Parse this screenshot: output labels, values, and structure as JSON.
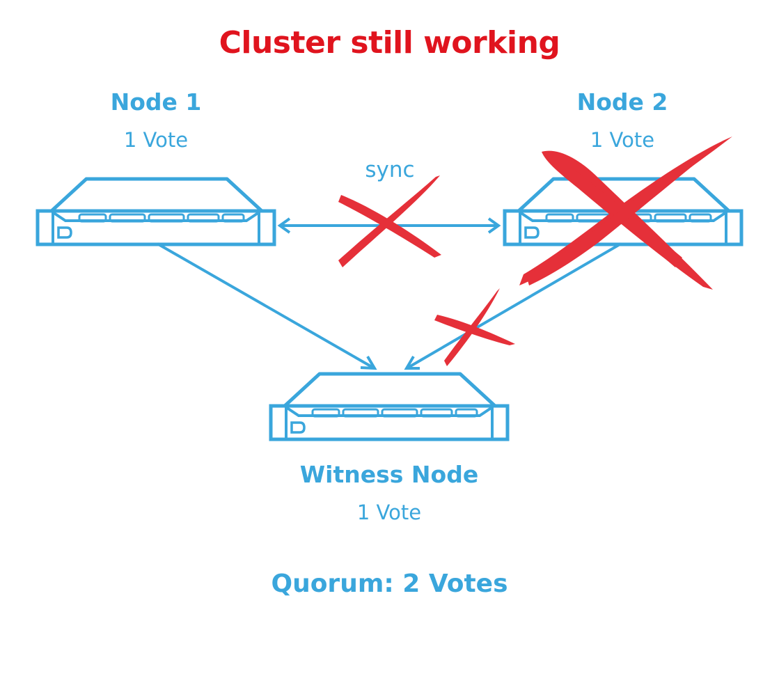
{
  "title": "Cluster still working",
  "nodes": [
    {
      "name": "Node 1",
      "vote": "1 Vote",
      "status": "online"
    },
    {
      "name": "Node 2",
      "vote": "1 Vote",
      "status": "failed"
    },
    {
      "name": "Witness Node",
      "vote": "1 Vote",
      "status": "online"
    }
  ],
  "links": [
    {
      "from": "Node 1",
      "to": "Node 2",
      "label": "sync",
      "status": "broken"
    },
    {
      "from": "Node 1",
      "to": "Witness Node",
      "label": "",
      "status": "ok"
    },
    {
      "from": "Node 2",
      "to": "Witness Node",
      "label": "",
      "status": "broken"
    }
  ],
  "quorum": "Quorum: 2 Votes",
  "colors": {
    "blue": "#3aa6dc",
    "red": "#e0202a",
    "title_red": "#e0141e"
  }
}
